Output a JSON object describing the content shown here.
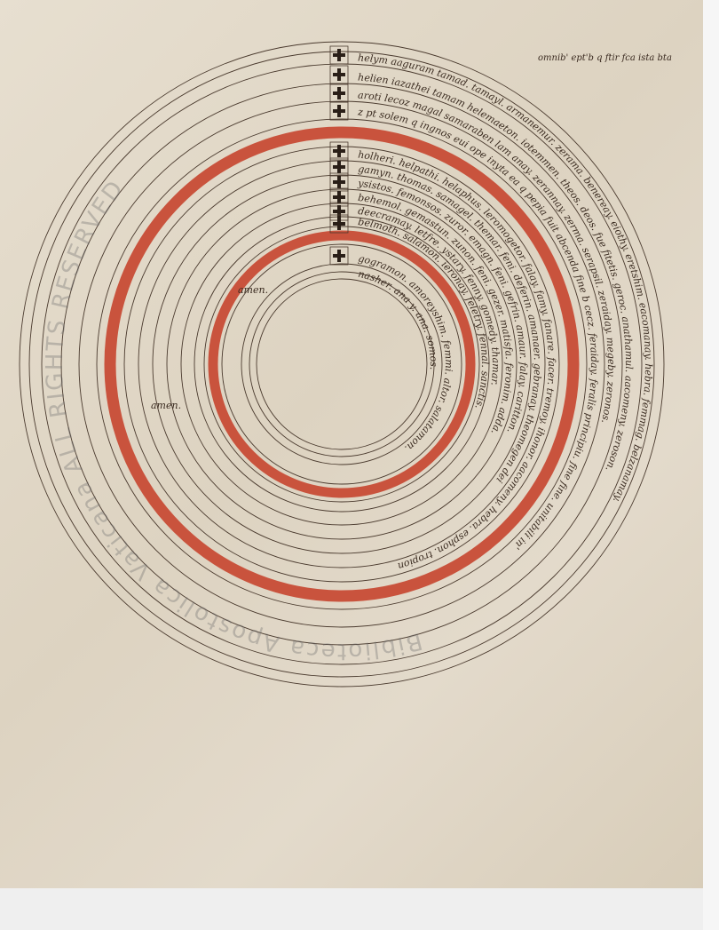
{
  "margin_note": "omnib' ept'b q ftir fca ista bta",
  "outer_rings": [
    "helym aaguram tamad. tamayl. armanemur. zerama. benereay. eiothy. eretshim. eacomanay. hebra. femmag. belzanamay.",
    "helien iazathei tamam helemaeton. iotemmen. theos. deos. fue fitetis. geroc. anathamul. aacomeny. zeroson.",
    "aroti lecoz magal samaraben lam anay. zerannay. zerma. serapsil. zeraiday. megeby. zeronos.",
    "z pt solem q ingnos eui ope inyta ea q pepia fuit abcenda fine b cecz. feraiday. feralis principiu. fine fine. unitabili in'"
  ],
  "middle_rings": [
    "holheri. helpathi. helaphus. leromogetor. falay. famy. fanare. facer. tremoy. ihonor. aacomeny. hebra. esphon. tropion",
    "gamyn. thomas. samagel. themar. feni. deferin. amanaer. gebranay. theomegen dei",
    "ysistos. femonsos. zuror. emagn. feni. gefrin. amaur. falay. caritton.",
    "behemol. gemastun. zunon. feni. gezer. matisfa. feronim. adda.",
    "deecramay. letfre. ystary. fenny. gomedy. thamar.",
    "belmoth. salamon. ieronay. feletry. fennal. sanctis."
  ],
  "inner_rings": [
    "gogramon. amoreyshim. femmi. altor. salatamon.",
    "nasher. ana y. ana. somos."
  ],
  "amen_labels": [
    "amen.",
    "amen."
  ],
  "watermark": "Biblioteca Apostolica Vaticana ALL RIGHTS RESERVED",
  "colors": {
    "parchment": "#e3dacb",
    "rubric_red": "#c9533d",
    "ink": "#3a2b20"
  }
}
